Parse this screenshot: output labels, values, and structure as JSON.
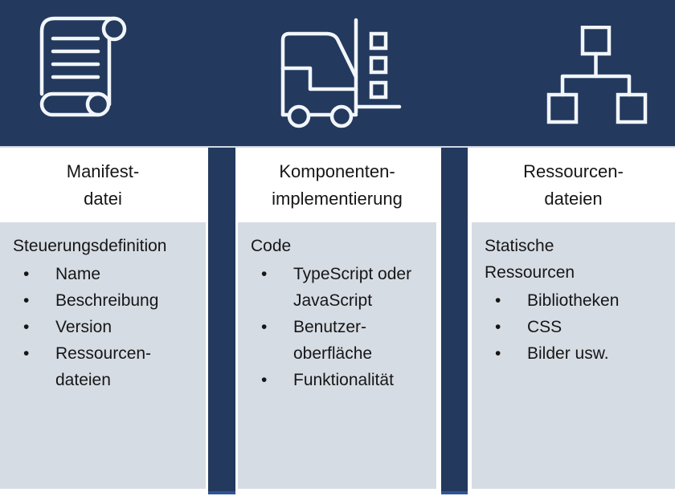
{
  "bullet_char": "•",
  "colors": {
    "navy": "#23395d",
    "accent_blue": "#2f5496",
    "body_gray": "#d6dce4",
    "header_edge": "#cfd8e3",
    "icon_stroke": "#f2f6fb",
    "text": "#161616"
  },
  "header": {
    "icons": [
      "scroll-icon",
      "forklift-icon",
      "org-chart-icon"
    ]
  },
  "columns": [
    {
      "title": "Manifest-\ndatei",
      "lead": "Steuerungsdefinition",
      "bullets": [
        "Name",
        "Beschreibung",
        "Version",
        "Ressourcen-\ndateien"
      ]
    },
    {
      "title": "Komponenten-\nimplementierung",
      "lead": "Code",
      "bullets": [
        "TypeScript oder\nJavaScript",
        "Benutzer-\noberfläche",
        "Funktionalität"
      ]
    },
    {
      "title": "Ressourcen-\ndateien",
      "lead": "Statische\nRessourcen",
      "bullets": [
        "Bibliotheken",
        "CSS",
        "Bilder usw."
      ]
    }
  ]
}
